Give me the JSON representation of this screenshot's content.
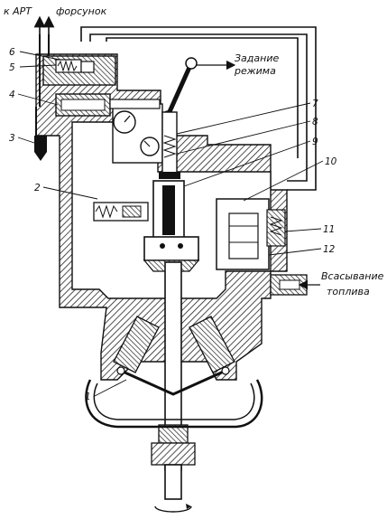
{
  "labels": {
    "top_art": "к АРТ",
    "top_injectors": "форсунок",
    "mode_line1": "Задание",
    "mode_line2": "режима",
    "suction_line1": "Всасывание",
    "suction_line2": "топлива"
  },
  "callouts": [
    "1",
    "2",
    "3",
    "4",
    "5",
    "6",
    "7",
    "8",
    "9",
    "10",
    "11",
    "12"
  ]
}
